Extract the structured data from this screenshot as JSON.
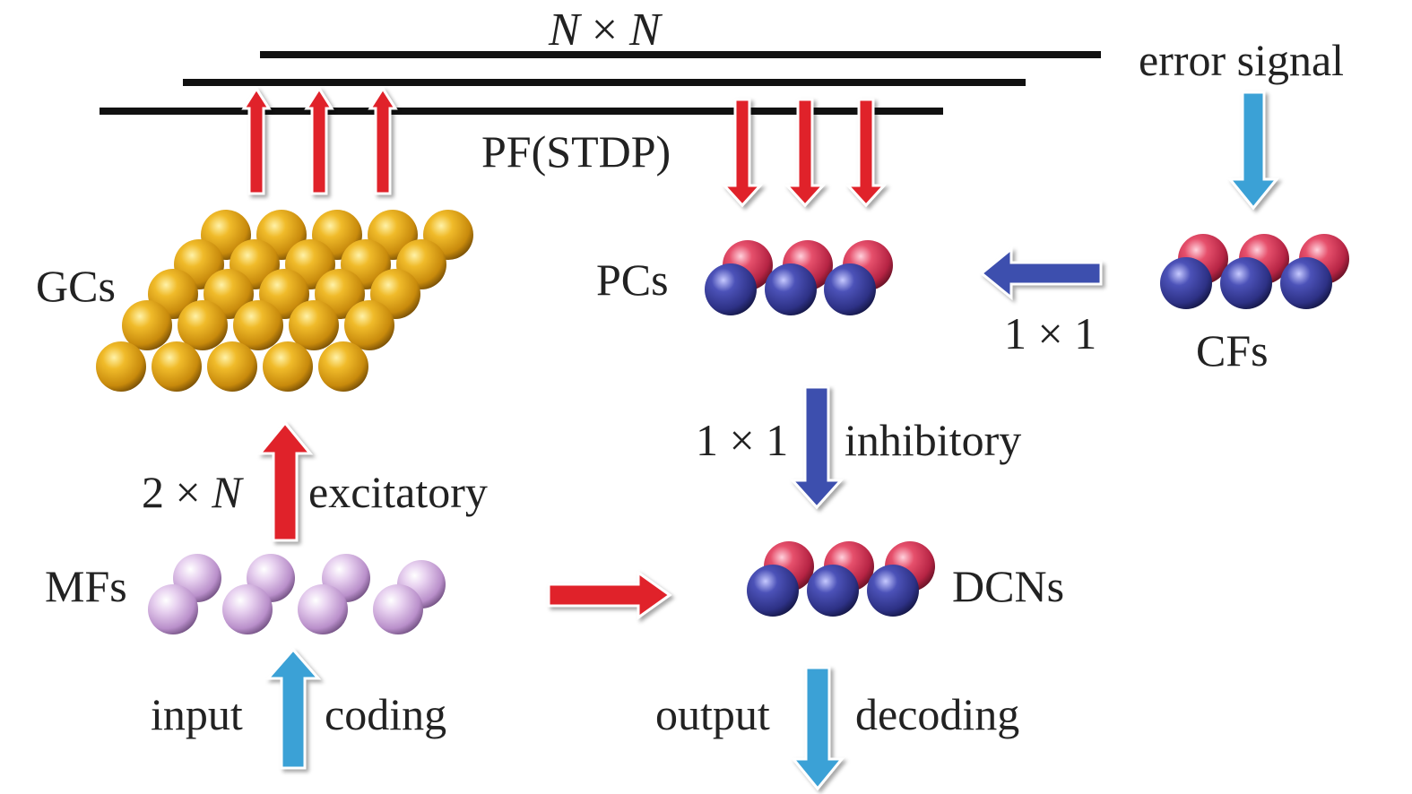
{
  "labels": {
    "n_by_n": {
      "n1": "N",
      "times": "×",
      "n2": "N"
    },
    "error_signal": "error signal",
    "pf_stdp": "PF(STDP)",
    "gcs": "GCs",
    "pcs": "PCs",
    "cfs": "CFs",
    "cf_pc_ratio": "1 × 1",
    "pc_dcn_ratio": "1 × 1",
    "inhibitory": "inhibitory",
    "mf_gc_ratio": {
      "lead": "2 × ",
      "n": "N"
    },
    "excitatory": "excitatory",
    "mfs": "MFs",
    "dcns": "DCNs",
    "input": "input",
    "coding": "coding",
    "output": "output",
    "decoding": "decoding"
  },
  "colors": {
    "excitatory_arrow": "#e0232b",
    "inhibitory_arrow": "#3d4fae",
    "signal_arrow": "#3aa1d6",
    "granule_cell": "#e5a516",
    "mossy_fiber": "#d9b8e6",
    "sphere_red": "#e0435f",
    "sphere_blue": "#3b3f9c",
    "fiber_line": "#111111"
  },
  "icons": {
    "gcs": "granule-cell-sphere-grid",
    "pcs": "purkinje-cell-sphere-pairs",
    "cfs": "climbing-fiber-sphere-pairs",
    "mfs": "mossy-fiber-sphere-pairs",
    "dcns": "dcn-sphere-pairs"
  }
}
